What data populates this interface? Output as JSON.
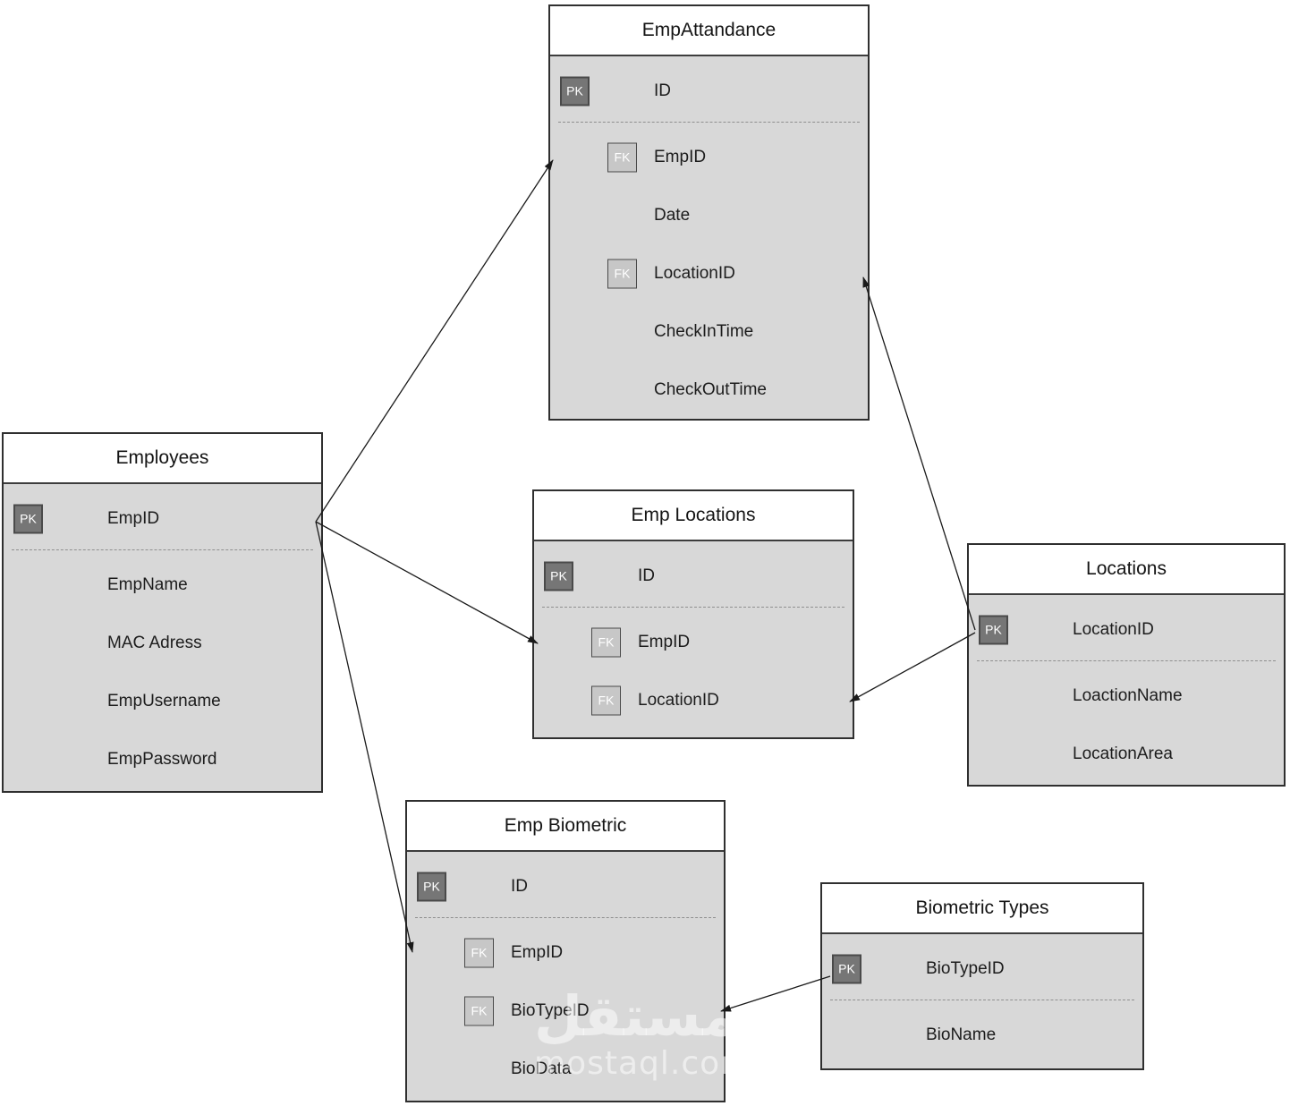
{
  "diagram": {
    "watermark": {
      "arabic": "مستقل",
      "latin": "mostaql.com"
    },
    "badges": {
      "pk": "PK",
      "fk": "FK"
    },
    "colors": {
      "table_body": "#d8d8d8",
      "table_header": "#ffffff",
      "table_border": "#2f2f2f",
      "pk_badge_bg": "#767676",
      "fk_badge_bg": "#c7c7c7",
      "badge_text": "#ffffff",
      "connector_line": "#1a1a1a"
    },
    "tables": [
      {
        "title": "EmpAttandance",
        "fields": [
          {
            "key": "PK",
            "name": "ID"
          },
          {
            "key": "FK",
            "name": "EmpID"
          },
          {
            "key": "",
            "name": "Date"
          },
          {
            "key": "FK",
            "name": "LocationID"
          },
          {
            "key": "",
            "name": "CheckInTime"
          },
          {
            "key": "",
            "name": "CheckOutTime"
          }
        ]
      },
      {
        "title": "Employees",
        "fields": [
          {
            "key": "PK",
            "name": "EmpID"
          },
          {
            "key": "",
            "name": "EmpName"
          },
          {
            "key": "",
            "name": "MAC Adress"
          },
          {
            "key": "",
            "name": "EmpUsername"
          },
          {
            "key": "",
            "name": "EmpPassword"
          }
        ]
      },
      {
        "title": "Emp Locations",
        "fields": [
          {
            "key": "PK",
            "name": "ID"
          },
          {
            "key": "FK",
            "name": "EmpID"
          },
          {
            "key": "FK",
            "name": "LocationID"
          }
        ]
      },
      {
        "title": "Locations",
        "fields": [
          {
            "key": "PK",
            "name": "LocationID"
          },
          {
            "key": "",
            "name": "LoactionName"
          },
          {
            "key": "",
            "name": "LocationArea"
          }
        ]
      },
      {
        "title": "Emp Biometric",
        "fields": [
          {
            "key": "PK",
            "name": "ID"
          },
          {
            "key": "FK",
            "name": "EmpID"
          },
          {
            "key": "FK",
            "name": "BioTypeID"
          },
          {
            "key": "",
            "name": "BioData"
          }
        ]
      },
      {
        "title": "Biometric Types",
        "fields": [
          {
            "key": "PK",
            "name": "BioTypeID"
          },
          {
            "key": "",
            "name": "BioName"
          }
        ]
      }
    ],
    "relationships": [
      {
        "from": "Employees.EmpID",
        "to": "EmpAttandance.EmpID"
      },
      {
        "from": "Employees.EmpID",
        "to": "Emp Locations.EmpID"
      },
      {
        "from": "Employees.EmpID",
        "to": "Emp Biometric.EmpID"
      },
      {
        "from": "Locations.LocationID",
        "to": "EmpAttandance.LocationID"
      },
      {
        "from": "Locations.LocationID",
        "to": "Emp Locations.LocationID"
      },
      {
        "from": "Biometric Types.BioTypeID",
        "to": "Emp Biometric.BioTypeID"
      }
    ]
  }
}
